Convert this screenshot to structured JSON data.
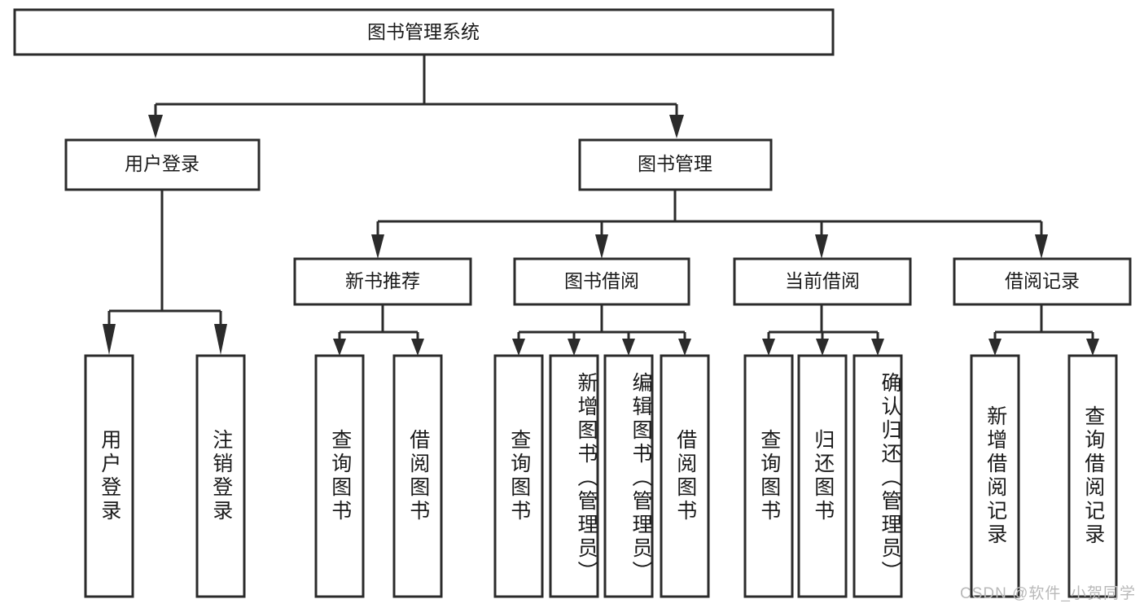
{
  "diagram": {
    "type": "tree",
    "title": "图书管理系统",
    "root": {
      "id": "root",
      "label": "图书管理系统"
    },
    "level1": [
      {
        "id": "user-login",
        "label": "用户登录"
      },
      {
        "id": "book-manage",
        "label": "图书管理"
      }
    ],
    "level2": [
      {
        "id": "new-book-recommend",
        "label": "新书推荐",
        "parent": "book-manage"
      },
      {
        "id": "book-borrow",
        "label": "图书借阅",
        "parent": "book-manage"
      },
      {
        "id": "current-borrow",
        "label": "当前借阅",
        "parent": "book-manage"
      },
      {
        "id": "borrow-record",
        "label": "借阅记录",
        "parent": "book-manage"
      }
    ],
    "leaves": [
      {
        "id": "leaf-user-login",
        "label": "用户登录",
        "parent": "user-login"
      },
      {
        "id": "leaf-user-logout",
        "label": "注销登录",
        "parent": "user-login"
      },
      {
        "id": "leaf-query-book-1",
        "label": "查询图书",
        "parent": "new-book-recommend"
      },
      {
        "id": "leaf-borrow-book-1",
        "label": "借阅图书",
        "parent": "new-book-recommend"
      },
      {
        "id": "leaf-query-book-2",
        "label": "查询图书",
        "parent": "book-borrow"
      },
      {
        "id": "leaf-add-book",
        "label": "新增图书（管理员）",
        "parent": "book-borrow"
      },
      {
        "id": "leaf-edit-book",
        "label": "编辑图书（管理员）",
        "parent": "book-borrow"
      },
      {
        "id": "leaf-borrow-book-2",
        "label": "借阅图书",
        "parent": "book-borrow"
      },
      {
        "id": "leaf-query-book-3",
        "label": "查询图书",
        "parent": "current-borrow"
      },
      {
        "id": "leaf-return-book",
        "label": "归还图书",
        "parent": "current-borrow"
      },
      {
        "id": "leaf-confirm-return",
        "label": "确认归还（管理员）",
        "parent": "current-borrow"
      },
      {
        "id": "leaf-add-record",
        "label": "新增借阅记录",
        "parent": "borrow-record"
      },
      {
        "id": "leaf-query-record",
        "label": "查询借阅记录",
        "parent": "borrow-record"
      }
    ],
    "colors": {
      "stroke": "#2b2b2b",
      "fill": "#ffffff",
      "text": "#1a1a1a",
      "watermark": "#b9b9b9"
    }
  },
  "watermark": {
    "text": "CSDN @软件_小贺同学"
  }
}
